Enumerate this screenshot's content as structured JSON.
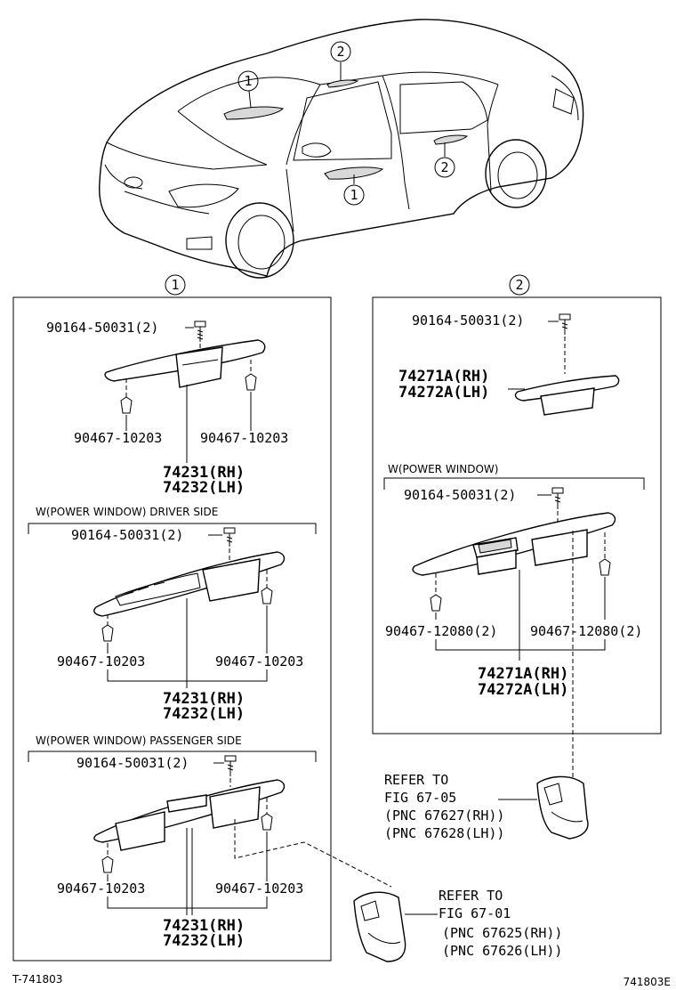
{
  "callouts": {
    "one": "1",
    "two": "2"
  },
  "group1": {
    "top": {
      "screw": "90164-50031(2)",
      "clip_left": "90467-10203",
      "clip_right": "90467-10203",
      "part_rh": "74231(RH)",
      "part_lh": "74232(LH)"
    },
    "driver": {
      "header": "W(POWER WINDOW)  DRIVER SIDE",
      "screw": "90164-50031(2)",
      "clip_left": "90467-10203",
      "clip_right": "90467-10203",
      "part_rh": "74231(RH)",
      "part_lh": "74232(LH)"
    },
    "passenger": {
      "header": "W(POWER WINDOW)  PASSENGER SIDE",
      "screw": "90164-50031(2)",
      "clip_left": "90467-10203",
      "clip_right": "90467-10203",
      "part_rh": "74231(RH)",
      "part_lh": "74232(LH)"
    }
  },
  "group2": {
    "top": {
      "screw": "90164-50031(2)",
      "part_rh": "74271A(RH)",
      "part_lh": "74272A(LH)"
    },
    "power": {
      "header": "W(POWER WINDOW)",
      "screw": "90164-50031(2)",
      "clip_left": "90467-12080(2)",
      "clip_right": "90467-12080(2)",
      "part_rh": "74271A(RH)",
      "part_lh": "74272A(LH)"
    }
  },
  "refer_a": {
    "line1": "REFER TO",
    "line2": "FIG 67-05",
    "line3": "(PNC 67627(RH))",
    "line4": "(PNC 67628(LH))"
  },
  "refer_b": {
    "line1": "REFER TO",
    "line2": "FIG 67-01",
    "line3": "(PNC 67625(RH))",
    "line4": "(PNC 67626(LH))"
  },
  "footer": {
    "left": "T-741803",
    "right": "741803E"
  }
}
